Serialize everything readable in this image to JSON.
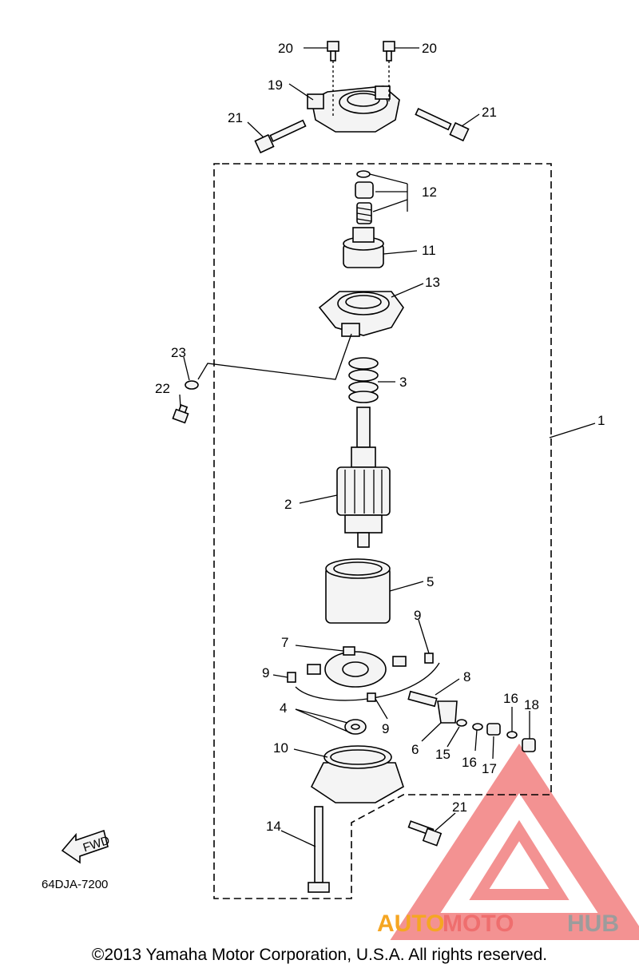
{
  "labels": {
    "l20a": "20",
    "l20b": "20",
    "l19": "19",
    "l21a": "21",
    "l21b": "21",
    "l21c": "21",
    "l12": "12",
    "l11": "11",
    "l13": "13",
    "l23": "23",
    "l22": "22",
    "l3": "3",
    "l1": "1",
    "l2": "2",
    "l5": "5",
    "l9a": "9",
    "l7": "7",
    "l9b": "9",
    "l8": "8",
    "l4": "4",
    "l9c": "9",
    "l16a": "16",
    "l18": "18",
    "l6": "6",
    "l15": "15",
    "l16b": "16",
    "l17": "17",
    "l10": "10",
    "l14": "14"
  },
  "fwd_label": "FWD",
  "diagram_code": "64DJA-7200",
  "watermark": {
    "part1": "AUTO",
    "part2": "MOTO",
    "part3": "HUB"
  },
  "copyright": "©2013 Yamaha Motor Corporation, U.S.A. All rights reserved.",
  "colors": {
    "watermark_orange": "#f5a623",
    "watermark_red": "#ef6e6e",
    "watermark_gray": "#9c9c9c"
  }
}
